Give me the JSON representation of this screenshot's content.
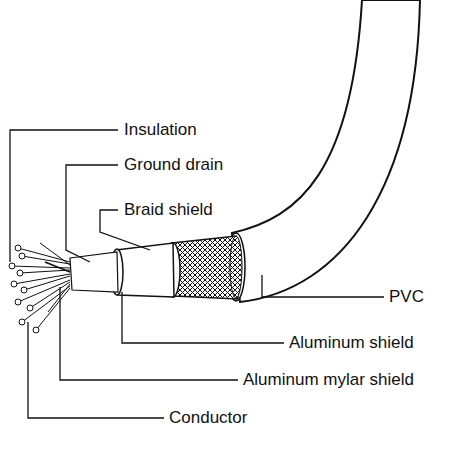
{
  "diagram": {
    "labels": [
      "Insulation",
      "Ground drain",
      "Braid shield",
      "PVC",
      "Aluminum shield",
      "Aluminum mylar shield",
      "Conductor"
    ]
  }
}
